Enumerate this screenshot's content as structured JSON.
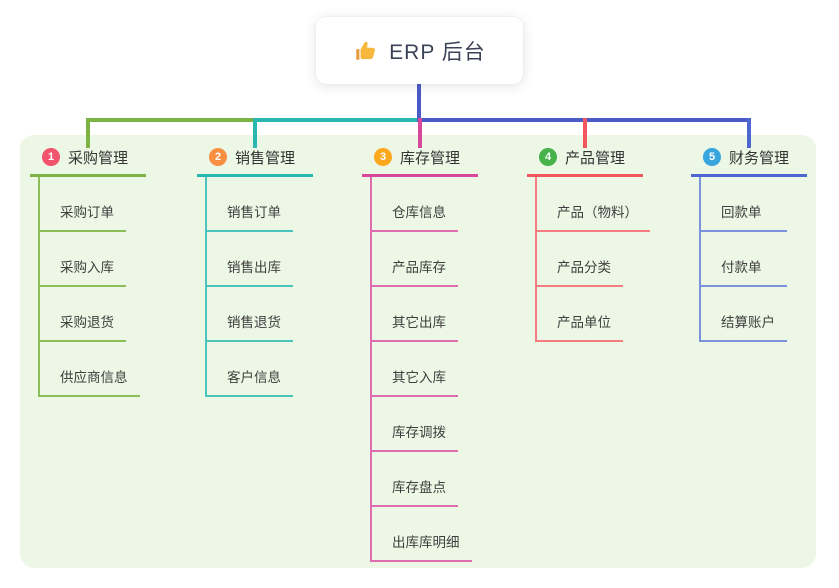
{
  "root": {
    "title": "ERP 后台",
    "icon": "thumbs-up-icon"
  },
  "canvas": {
    "background": "#ffffff",
    "panel_background": "#ecf7e5",
    "root_connector_color": "#4a5ac6"
  },
  "branches": [
    {
      "num": "1",
      "label": "采购管理",
      "badge_color": "#f2546e",
      "line_color": "#7cb342",
      "line_soft": "#8cbe58",
      "children": [
        "采购订单",
        "采购入库",
        "采购退货",
        "供应商信息"
      ]
    },
    {
      "num": "2",
      "label": "销售管理",
      "badge_color": "#f98f40",
      "line_color": "#2ab7b0",
      "line_soft": "#4cc3bc",
      "children": [
        "销售订单",
        "销售出库",
        "销售退货",
        "客户信息"
      ]
    },
    {
      "num": "3",
      "label": "库存管理",
      "badge_color": "#fba81d",
      "line_color": "#d8489a",
      "line_soft": "#e06cb0",
      "children": [
        "仓库信息",
        "产品库存",
        "其它出库",
        "其它入库",
        "库存调拨",
        "库存盘点",
        "出库库明细"
      ]
    },
    {
      "num": "4",
      "label": "产品管理",
      "badge_color": "#45b24a",
      "line_color": "#f2575f",
      "line_soft": "#f57d82",
      "children": [
        "产品（物料）",
        "产品分类",
        "产品单位"
      ]
    },
    {
      "num": "5",
      "label": "财务管理",
      "badge_color": "#38a5de",
      "line_color": "#4e66cf",
      "line_soft": "#7d92de",
      "children": [
        "回款单",
        "付款单",
        "结算账户"
      ]
    }
  ]
}
